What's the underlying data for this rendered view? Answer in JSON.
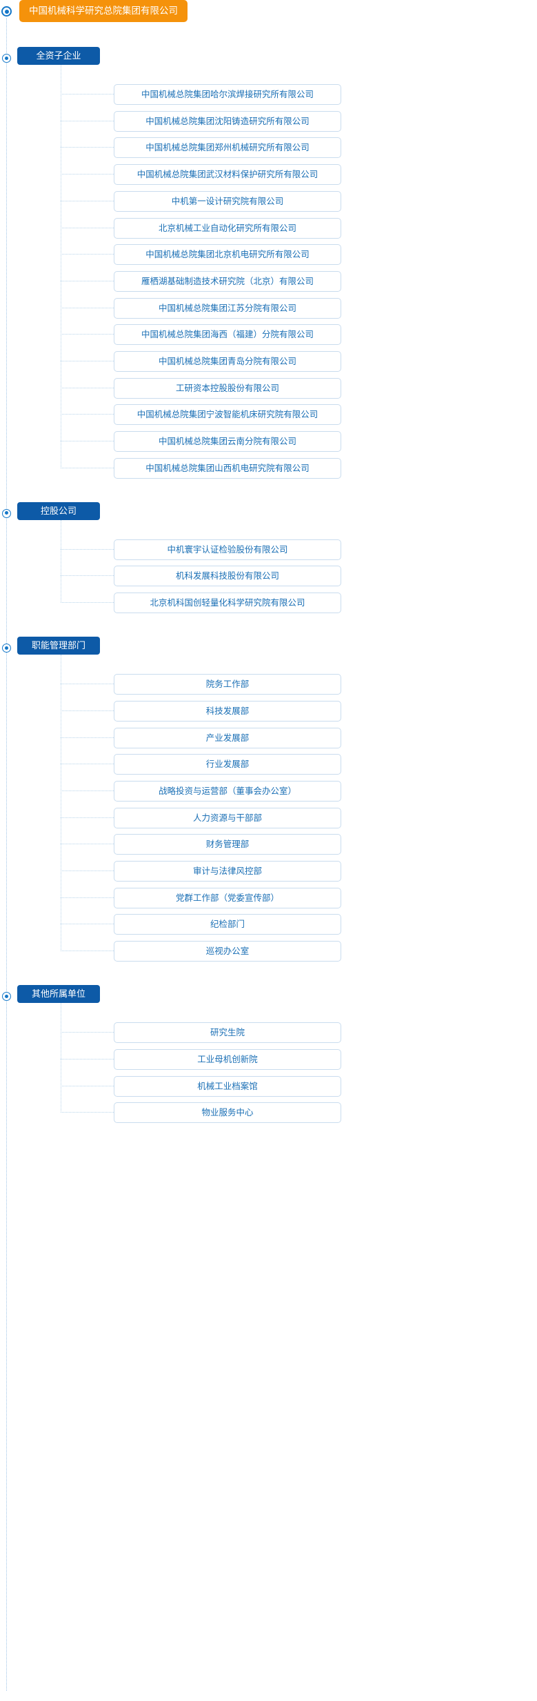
{
  "colors": {
    "root_bg": "#f5920b",
    "category_bg": "#0d5aa7",
    "item_text": "#1a6fb5",
    "item_border": "#c9dcee",
    "connector": "#b8d4ea",
    "marker": "#1477c8"
  },
  "root": {
    "label": "中国机械科学研究总院集团有限公司",
    "marker_icon": "radio-target-icon"
  },
  "groups": [
    {
      "label": "全资子企业",
      "marker_icon": "radio-target-icon",
      "items": [
        "中国机械总院集团哈尔滨焊接研究所有限公司",
        "中国机械总院集团沈阳铸造研究所有限公司",
        "中国机械总院集团郑州机械研究所有限公司",
        "中国机械总院集团武汉材料保护研究所有限公司",
        "中机第一设计研究院有限公司",
        "北京机械工业自动化研究所有限公司",
        "中国机械总院集团北京机电研究所有限公司",
        "雁栖湖基础制造技术研究院（北京）有限公司",
        "中国机械总院集团江苏分院有限公司",
        "中国机械总院集团海西（福建）分院有限公司",
        "中国机械总院集团青岛分院有限公司",
        "工研资本控股股份有限公司",
        "中国机械总院集团宁波智能机床研究院有限公司",
        "中国机械总院集团云南分院有限公司",
        "中国机械总院集团山西机电研究院有限公司"
      ]
    },
    {
      "label": "控股公司",
      "marker_icon": "radio-target-icon",
      "items": [
        "中机寰宇认证检验股份有限公司",
        "机科发展科技股份有限公司",
        "北京机科国创轻量化科学研究院有限公司"
      ]
    },
    {
      "label": "职能管理部门",
      "marker_icon": "radio-target-icon",
      "items": [
        "院务工作部",
        "科技发展部",
        "产业发展部",
        "行业发展部",
        "战略投资与运营部（董事会办公室）",
        "人力资源与干部部",
        "财务管理部",
        "审计与法律风控部",
        "党群工作部（党委宣传部）",
        "纪检部门",
        "巡视办公室"
      ]
    },
    {
      "label": "其他所属单位",
      "marker_icon": "radio-target-icon",
      "items": [
        "研究生院",
        "工业母机创新院",
        "机械工业档案馆",
        "物业服务中心"
      ]
    }
  ]
}
